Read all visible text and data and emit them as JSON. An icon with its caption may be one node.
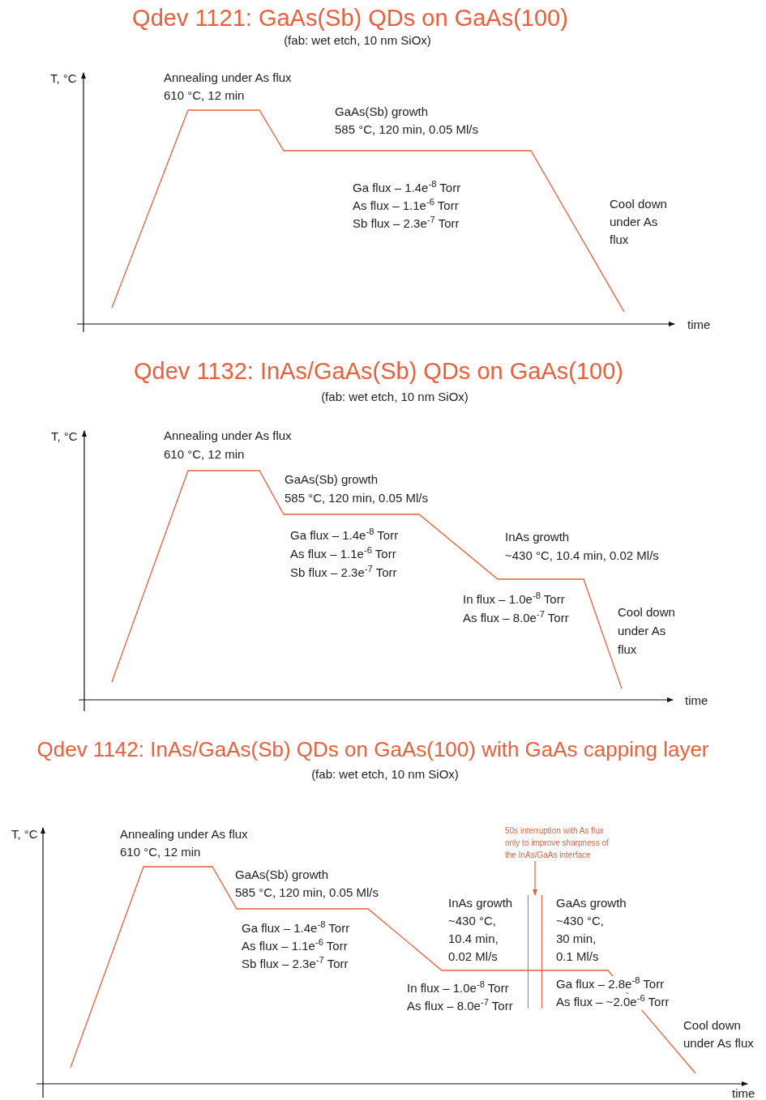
{
  "diagram": {
    "nodes": [
      {
        "text": [
          "50s interruption with As flux only to improve sharpness of the InAs/GaAs interface"
        ]
      },
      {
        "text": [],
        "shape": "bar"
      }
    ],
    "edges": [
      {
        "from": 0,
        "to": 1,
        "arrow": "to"
      }
    ],
    "labels": [
      "Qdev 1121: GaAs(Sb) QDs on GaAs(100)",
      "(fab: wet etch, 10 nm SiOx)",
      "T, °C",
      "Annealing under As flux",
      "610 °C, 12 min",
      "GaAs(Sb) growth",
      "585 °C, 120 min, 0.05 Ml/s",
      "Ga flux – 1.4e$^{-8}$ Torr",
      "As flux – 1.1e$^{-6}$ Torr",
      "Sb flux – 2.3e$^{-7}$ Torr",
      "Cool down",
      "under As",
      "flux",
      "time",
      "Qdev 1132: InAs/GaAs(Sb) QDs on GaAs(100)",
      "(fab: wet etch, 10 nm SiOx)",
      "T, °C",
      "Annealing under As flux",
      "610 °C, 12 min",
      "GaAs(Sb) growth",
      "585 °C, 120 min, 0.05 Ml/s",
      "Ga flux – 1.4e$^{-8}$ Torr",
      "As flux – 1.1e$^{-6}$ Torr",
      "Sb flux – 2.3e$^{-7}$ Torr",
      "InAs growth",
      "~430 °C, 10.4 min, 0.02 Ml/s",
      "In flux – 1.0e$^{-8}$ Torr",
      "As flux – 8.0e$^{-7}$ Torr",
      "Cool down",
      "under As",
      "flux",
      "time",
      "Qdev 1142: InAs/GaAs(Sb) QDs on GaAs(100) with GaAs capping layer",
      "(fab: wet etch, 10 nm SiOx)",
      "T, °C",
      "Annealing under As flux",
      "610 °C, 12 min",
      "GaAs(Sb) growth",
      "585 °C, 120 min, 0.05 Ml/s",
      "Ga flux – 1.4e$^{-8}$ Torr",
      "As flux – 1.1e$^{-6}$ Torr",
      "Sb flux – 2.3e$^{-7}$ Torr",
      "InAs growth",
      "~430 °C,",
      "10.4 min,",
      "0.02 Ml/s",
      "GaAs growth",
      "~430 °C,",
      "30 min,",
      "0.1 Ml/s",
      "In flux – 1.0e$^{-8}$ Torr",
      "As flux – 8.0e$^{-7}$ Torr",
      "Ga flux – 2.8e$^{-8}$ Torr",
      "As flux – ~2.0e$^{-6}$ Torr",
      "Cool down",
      "under As flux",
      "time"
    ]
  }
}
